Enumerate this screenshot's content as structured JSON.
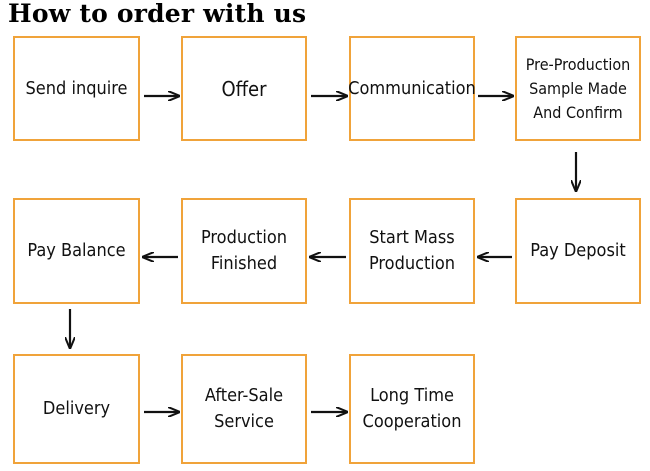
{
  "title": "How to order with us",
  "steps": [
    {
      "label": "Send inquire"
    },
    {
      "label": "Offer"
    },
    {
      "label": "Communication"
    },
    {
      "label": "Pre-Production\nSample Made\nAnd Confirm"
    },
    {
      "label": "Pay Deposit"
    },
    {
      "label": "Start Mass\nProduction"
    },
    {
      "label": "Production\nFinished"
    },
    {
      "label": "Pay Balance"
    },
    {
      "label": "Delivery"
    },
    {
      "label": "After-Sale\nService"
    },
    {
      "label": "Long Time\nCooperation"
    }
  ],
  "colors": {
    "box_border": "#f0a33a",
    "arrow": "#111111"
  }
}
